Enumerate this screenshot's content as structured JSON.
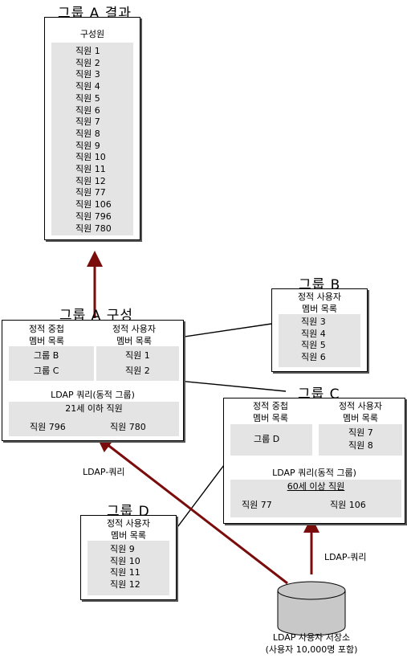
{
  "groupA_result": {
    "title": "그룹 A 결과",
    "header": "구성원",
    "members": [
      "직원 1",
      "직원 2",
      "직원 3",
      "직원 4",
      "직원 5",
      "직원 6",
      "직원 7",
      "직원 8",
      "직원 9",
      "직원 10",
      "직원 11",
      "직원 12",
      "직원 77",
      "직원 106",
      "직원 796",
      "직원 780"
    ]
  },
  "groupA": {
    "title": "그룹 A 구성",
    "nested_header": "정적 중첩\n멤버 목록",
    "nested": [
      "그룹 B",
      "그룹 C"
    ],
    "user_header": "정적 사용자\n멤버 목록",
    "users": [
      "직원 1",
      "직원 2"
    ],
    "query_header": "LDAP 쿼리(동적 그룹)",
    "query": "21세 이하 직원",
    "query_results": [
      "직원 796",
      "직원 780"
    ]
  },
  "groupB": {
    "title": "그룹 B",
    "header": "정적 사용자\n멤버 목록",
    "users": [
      "직원 3",
      "직원 4",
      "직원 5",
      "직원 6"
    ]
  },
  "groupC": {
    "title": "그룹 C",
    "nested_header": "정적 중첩\n멤버 목록",
    "nested": [
      "그룹 D"
    ],
    "user_header": "정적 사용자\n멤버 목록",
    "users": [
      "직원 7",
      "직원 8"
    ],
    "query_header": "LDAP 쿼리(동적 그룹)",
    "query": "60세 이상 직원",
    "query_results": [
      "직원 77",
      "직원 106"
    ]
  },
  "groupD": {
    "title": "그룹 D",
    "header": "정적 사용자\n멤버 목록",
    "users": [
      "직원 9",
      "직원 10",
      "직원 11",
      "직원 12"
    ]
  },
  "labels": {
    "ldap_query_left": "LDAP-쿼리",
    "ldap_query_right": "LDAP-쿼리"
  },
  "store": {
    "line1": "LDAP 사용자 저장소",
    "line2": "(사용자 10,000명 포함)"
  },
  "colors": {
    "arrow_dark_red": "#7a0c0c",
    "panel_gray": "#e4e4e4"
  }
}
